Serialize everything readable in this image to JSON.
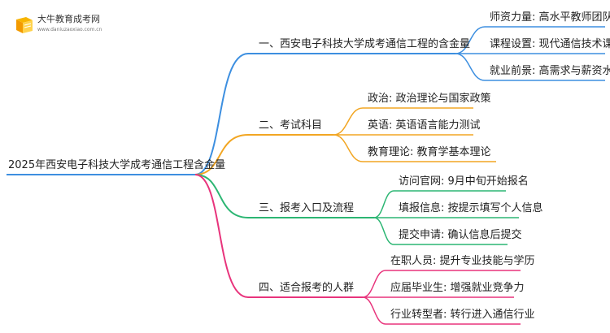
{
  "logo": {
    "name": "大牛教育成考网",
    "url": "www.daniuzaoxiao.com.cn"
  },
  "root": {
    "label": "2025年西安电子科技大学成考通信工程含金量"
  },
  "branches": [
    {
      "label": "一、西安电子科技大学成考通信工程的含金量",
      "color": "#3d8fe0",
      "children": [
        "师资力量: 高水平教师团队",
        "课程设置: 现代通信技术课程",
        "就业前景: 高需求与薪资水平"
      ]
    },
    {
      "label": "二、考试科目",
      "color": "#f2a623",
      "children": [
        "政治: 政治理论与国家政策",
        "英语: 英语语言能力测试",
        "教育理论: 教育学基本理论"
      ]
    },
    {
      "label": "三、报考入口及流程",
      "color": "#2cb673",
      "children": [
        "访问官网: 9月中旬开始报名",
        "填报信息: 按提示填写个人信息",
        "提交申请: 确认信息后提交"
      ]
    },
    {
      "label": "四、适合报考的人群",
      "color": "#e8347c",
      "children": [
        "在职人员: 提升专业技能与学历",
        "应届毕业生: 增强就业竞争力",
        "行业转型者: 转行进入通信行业"
      ]
    }
  ]
}
